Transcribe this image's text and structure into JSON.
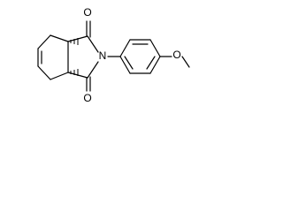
{
  "atoms": {
    "oxygen_top": "O",
    "oxygen_bottom": "O",
    "nitrogen": "N",
    "oxygen_methoxy": "O"
  },
  "colors": {
    "bond": "#000000",
    "background": "#ffffff"
  }
}
